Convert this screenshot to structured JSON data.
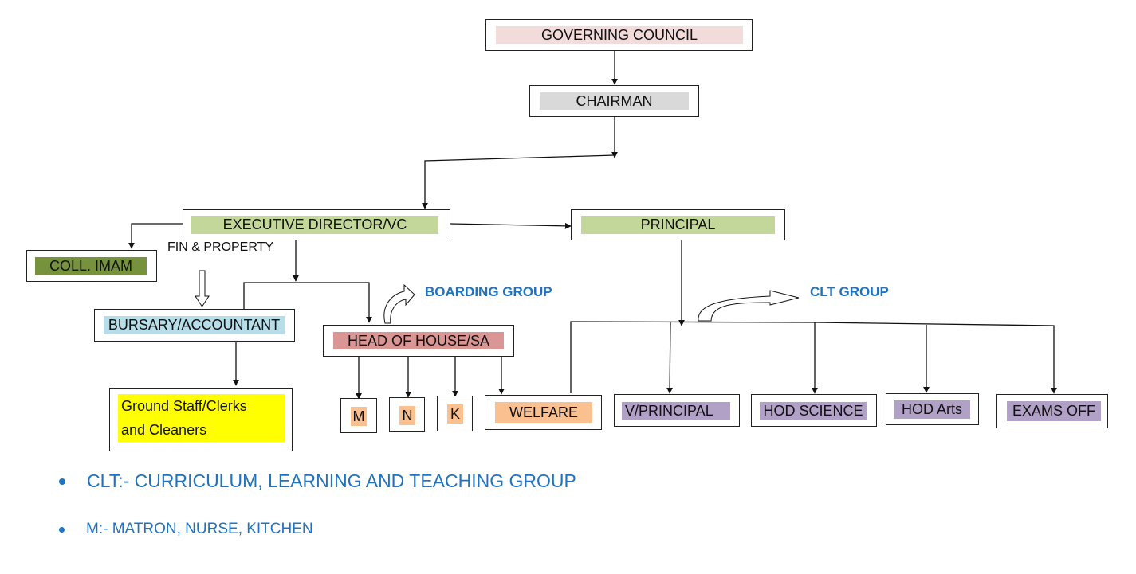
{
  "colors": {
    "governing": "#f2dcdb",
    "chairman": "#d9d9d9",
    "executive": "#c4d79b",
    "principal": "#c4d79b",
    "imam": "#76923c",
    "bursary": "#b7dde8",
    "ground_staff": "#ffff00",
    "head_of_house": "#da9694",
    "boarding": "#fac090",
    "clt": "#b2a1c7",
    "group_text": "#1f74c2"
  },
  "nodes": {
    "governing_council": "GOVERNING COUNCIL",
    "chairman": "CHAIRMAN",
    "executive_director": "EXECUTIVE DIRECTOR/VC",
    "principal": "PRINCIPAL",
    "coll_imam": "COLL. IMAM",
    "bursary": "BURSARY/ACCOUNTANT",
    "ground_staff_line1": "Ground Staff/Clerks",
    "ground_staff_line2": "and Cleaners",
    "head_of_house": "HEAD OF HOUSE/SA",
    "m": "M",
    "n": "N",
    "k": "K",
    "welfare": "WELFARE",
    "v_principal": "V/PRINCIPAL",
    "hod_science": "HOD SCIENCE",
    "hod_arts": "HOD Arts",
    "exams_off": "EXAMS OFF"
  },
  "labels": {
    "fin_property": "FIN & PROPERTY",
    "boarding_group": "BOARDING GROUP",
    "clt_group": "CLT GROUP"
  },
  "notes": [
    "CLT:- CURRICULUM, LEARNING AND TEACHING GROUP",
    "M:- MATRON, NURSE, KITCHEN"
  ]
}
